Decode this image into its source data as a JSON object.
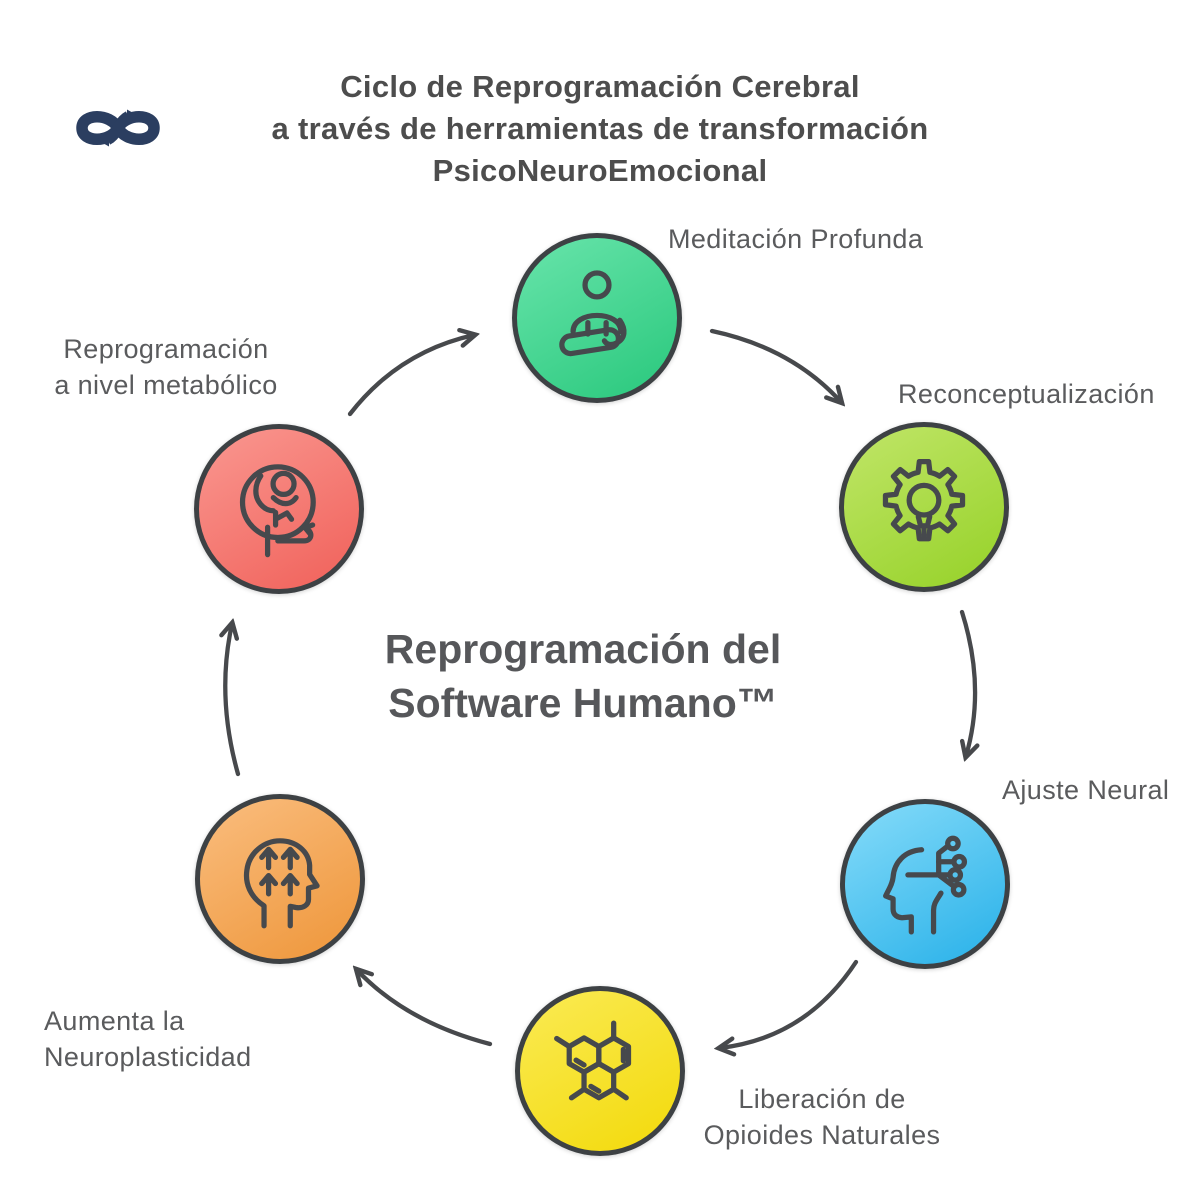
{
  "header": {
    "title_lines": [
      "Ciclo de Reprogramación Cerebral",
      "a través de herramientas de transformación",
      "PsicoNeuroEmocional"
    ]
  },
  "brand": {
    "logo_icon": "infinity-arrows-logo",
    "logo_color": "#2b3e60"
  },
  "center_label": {
    "lines": [
      "Reprogramación del",
      "Software Humano™"
    ]
  },
  "cycle": {
    "direction": "clockwise",
    "nodes": [
      {
        "name": "meditacion-profunda",
        "icon": "meditation-person-icon",
        "label_lines": [
          "Meditación Profunda"
        ],
        "fill_top": "#63e2a7",
        "fill_bottom": "#2eca80",
        "border": "#3d4144"
      },
      {
        "name": "reconceptualizacion",
        "icon": "gear-lightbulb-icon",
        "label_lines": [
          "Reconceptualización"
        ],
        "fill_top": "#bde463",
        "fill_bottom": "#99d32d",
        "border": "#3d4144"
      },
      {
        "name": "ajuste-neural",
        "icon": "head-circuit-icon",
        "label_lines": [
          "Ajuste Neural"
        ],
        "fill_top": "#7ed8f8",
        "fill_bottom": "#2fb4ea",
        "border": "#3d4144"
      },
      {
        "name": "liberacion-opioides-naturales",
        "icon": "molecule-icon",
        "label_lines": [
          "Liberación de",
          "Opioides Naturales"
        ],
        "fill_top": "#fae94e",
        "fill_bottom": "#f3db10",
        "border": "#3d4144"
      },
      {
        "name": "aumenta-neuroplasticidad",
        "icon": "head-up-arrows-icon",
        "label_lines": [
          "Aumenta la",
          "Neuroplasticidad"
        ],
        "fill_top": "#f9ba79",
        "fill_bottom": "#ef993f",
        "border": "#3d4144"
      },
      {
        "name": "reprogramacion-metabolica",
        "icon": "person-metabolism-icon",
        "label_lines": [
          "Reprogramación",
          "a nivel metabólico"
        ],
        "fill_top": "#f9938c",
        "fill_bottom": "#f1655e",
        "border": "#3d4144"
      }
    ]
  },
  "colors": {
    "arrow": "#47494c",
    "icon_stroke": "#46494d",
    "title_text": "#4d4d4d",
    "label_text": "#5a5b5d",
    "center_text": "#56575a",
    "background": "#ffffff"
  }
}
